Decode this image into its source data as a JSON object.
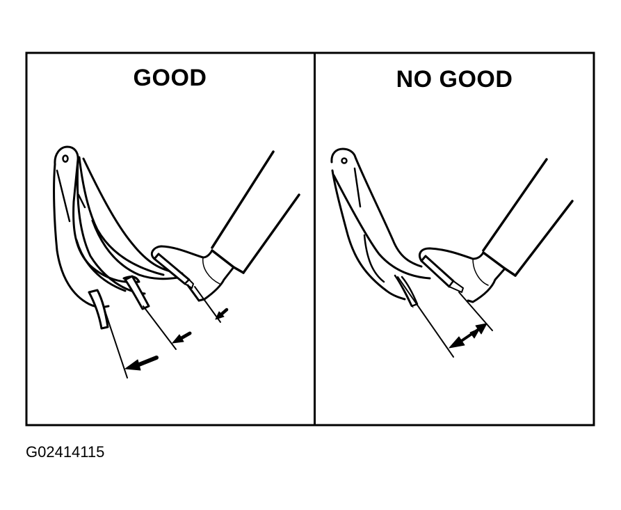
{
  "figure": {
    "panels": [
      {
        "id": "good",
        "title": "GOOD",
        "description": "Brake pedal shown at three positions (released, partially depressed, fully depressed) with arrows indicating pedal travel/free play is within specification"
      },
      {
        "id": "no-good",
        "title": "NO GOOD",
        "description": "Brake pedal shown with double-headed arrow indicating excessive travel/gap between pedal and floor"
      }
    ],
    "figure_id": "G02414115",
    "colors": {
      "line": "#000000",
      "background": "#ffffff"
    }
  }
}
